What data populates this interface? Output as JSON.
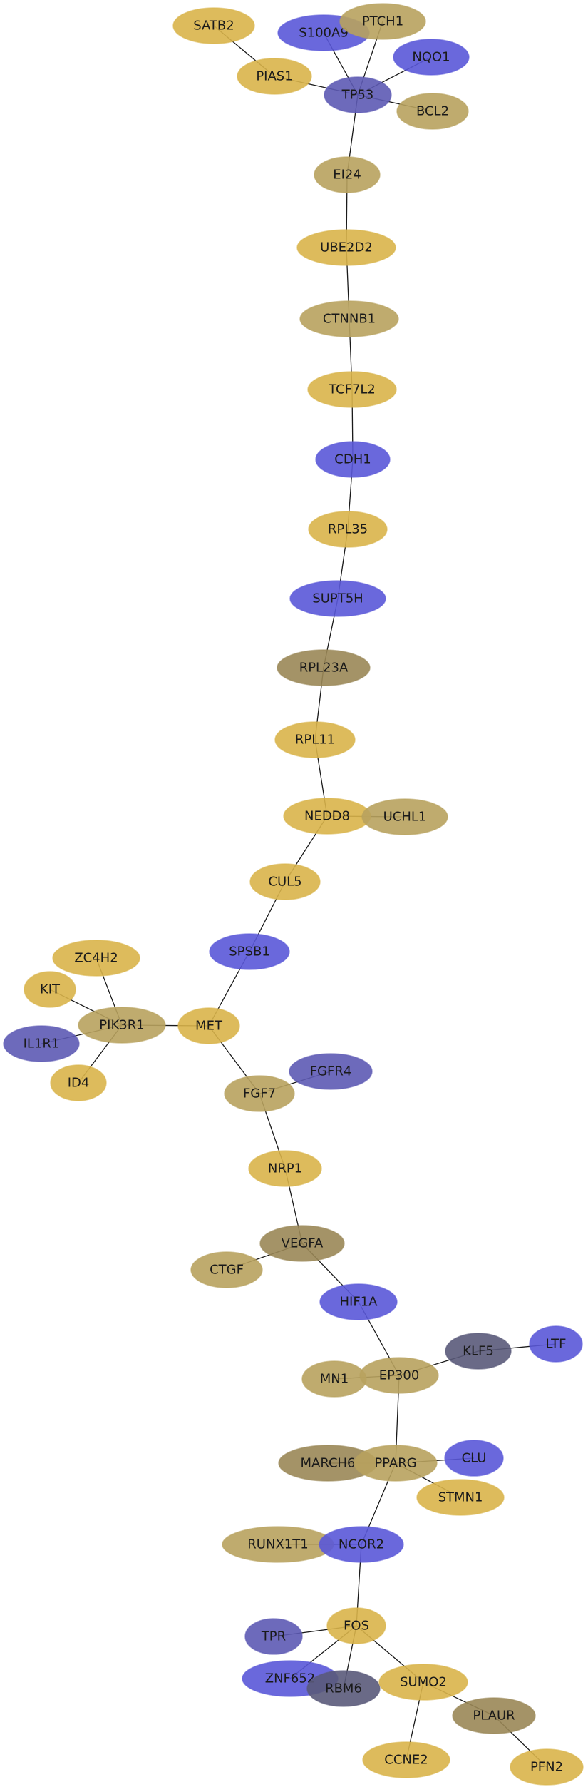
{
  "network": {
    "colors": {
      "gold": "#d9b44a",
      "tan": "#b8a25e",
      "olive": "#9a8756",
      "blue": "#5a58d8",
      "slate_blue": "#5d5ab4",
      "navy": "#5a5a7a"
    },
    "nodes": [
      {
        "id": "SATB2",
        "label": "SATB2",
        "color": "gold"
      },
      {
        "id": "S100A9",
        "label": "S100A9",
        "color": "blue"
      },
      {
        "id": "PTCH1",
        "label": "PTCH1",
        "color": "tan"
      },
      {
        "id": "NQO1",
        "label": "NQO1",
        "color": "blue"
      },
      {
        "id": "PIAS1",
        "label": "PIAS1",
        "color": "gold"
      },
      {
        "id": "TP53",
        "label": "TP53",
        "color": "slate_blue"
      },
      {
        "id": "BCL2",
        "label": "BCL2",
        "color": "tan"
      },
      {
        "id": "EI24",
        "label": "EI24",
        "color": "tan"
      },
      {
        "id": "UBE2D2",
        "label": "UBE2D2",
        "color": "gold"
      },
      {
        "id": "CTNNB1",
        "label": "CTNNB1",
        "color": "tan"
      },
      {
        "id": "TCF7L2",
        "label": "TCF7L2",
        "color": "gold"
      },
      {
        "id": "CDH1",
        "label": "CDH1",
        "color": "blue"
      },
      {
        "id": "RPL35",
        "label": "RPL35",
        "color": "gold"
      },
      {
        "id": "SUPT5H",
        "label": "SUPT5H",
        "color": "blue"
      },
      {
        "id": "RPL23A",
        "label": "RPL23A",
        "color": "olive"
      },
      {
        "id": "RPL11",
        "label": "RPL11",
        "color": "gold"
      },
      {
        "id": "NEDD8",
        "label": "NEDD8",
        "color": "gold"
      },
      {
        "id": "UCHL1",
        "label": "UCHL1",
        "color": "tan"
      },
      {
        "id": "CUL5",
        "label": "CUL5",
        "color": "gold"
      },
      {
        "id": "SPSB1",
        "label": "SPSB1",
        "color": "blue"
      },
      {
        "id": "ZC4H2",
        "label": "ZC4H2",
        "color": "gold"
      },
      {
        "id": "KIT",
        "label": "KIT",
        "color": "gold"
      },
      {
        "id": "PIK3R1",
        "label": "PIK3R1",
        "color": "tan"
      },
      {
        "id": "MET",
        "label": "MET",
        "color": "gold"
      },
      {
        "id": "IL1R1",
        "label": "IL1R1",
        "color": "slate_blue"
      },
      {
        "id": "ID4",
        "label": "ID4",
        "color": "gold"
      },
      {
        "id": "FGFR4",
        "label": "FGFR4",
        "color": "slate_blue"
      },
      {
        "id": "FGF7",
        "label": "FGF7",
        "color": "tan"
      },
      {
        "id": "NRP1",
        "label": "NRP1",
        "color": "gold"
      },
      {
        "id": "VEGFA",
        "label": "VEGFA",
        "color": "olive"
      },
      {
        "id": "CTGF",
        "label": "CTGF",
        "color": "tan"
      },
      {
        "id": "HIF1A",
        "label": "HIF1A",
        "color": "blue"
      },
      {
        "id": "KLF5",
        "label": "KLF5",
        "color": "navy"
      },
      {
        "id": "LTF",
        "label": "LTF",
        "color": "blue"
      },
      {
        "id": "MN1",
        "label": "MN1",
        "color": "tan"
      },
      {
        "id": "EP300",
        "label": "EP300",
        "color": "tan"
      },
      {
        "id": "MARCH6",
        "label": "MARCH6",
        "color": "olive"
      },
      {
        "id": "PPARG",
        "label": "PPARG",
        "color": "tan"
      },
      {
        "id": "CLU",
        "label": "CLU",
        "color": "blue"
      },
      {
        "id": "STMN1",
        "label": "STMN1",
        "color": "gold"
      },
      {
        "id": "RUNX1T1",
        "label": "RUNX1T1",
        "color": "tan"
      },
      {
        "id": "NCOR2",
        "label": "NCOR2",
        "color": "blue"
      },
      {
        "id": "FOS",
        "label": "FOS",
        "color": "gold"
      },
      {
        "id": "TPR",
        "label": "TPR",
        "color": "slate_blue"
      },
      {
        "id": "ZNF652",
        "label": "ZNF652",
        "color": "blue"
      },
      {
        "id": "RBM6",
        "label": "RBM6",
        "color": "navy"
      },
      {
        "id": "SUMO2",
        "label": "SUMO2",
        "color": "gold"
      },
      {
        "id": "PLAUR",
        "label": "PLAUR",
        "color": "olive"
      },
      {
        "id": "CCNE2",
        "label": "CCNE2",
        "color": "gold"
      },
      {
        "id": "PFN2",
        "label": "PFN2",
        "color": "gold"
      }
    ],
    "edges": [
      [
        "SATB2",
        "PIAS1"
      ],
      [
        "PIAS1",
        "TP53"
      ],
      [
        "S100A9",
        "TP53"
      ],
      [
        "PTCH1",
        "TP53"
      ],
      [
        "NQO1",
        "TP53"
      ],
      [
        "BCL2",
        "TP53"
      ],
      [
        "TP53",
        "EI24"
      ],
      [
        "EI24",
        "UBE2D2"
      ],
      [
        "UBE2D2",
        "CTNNB1"
      ],
      [
        "CTNNB1",
        "TCF7L2"
      ],
      [
        "TCF7L2",
        "CDH1"
      ],
      [
        "CDH1",
        "RPL35"
      ],
      [
        "RPL35",
        "SUPT5H"
      ],
      [
        "SUPT5H",
        "RPL23A"
      ],
      [
        "RPL23A",
        "RPL11"
      ],
      [
        "RPL11",
        "NEDD8"
      ],
      [
        "NEDD8",
        "UCHL1"
      ],
      [
        "NEDD8",
        "CUL5"
      ],
      [
        "CUL5",
        "SPSB1"
      ],
      [
        "SPSB1",
        "MET"
      ],
      [
        "ZC4H2",
        "PIK3R1"
      ],
      [
        "KIT",
        "PIK3R1"
      ],
      [
        "IL1R1",
        "PIK3R1"
      ],
      [
        "ID4",
        "PIK3R1"
      ],
      [
        "PIK3R1",
        "MET"
      ],
      [
        "MET",
        "FGF7"
      ],
      [
        "FGF7",
        "FGFR4"
      ],
      [
        "FGF7",
        "NRP1"
      ],
      [
        "NRP1",
        "VEGFA"
      ],
      [
        "VEGFA",
        "CTGF"
      ],
      [
        "VEGFA",
        "HIF1A"
      ],
      [
        "HIF1A",
        "EP300"
      ],
      [
        "EP300",
        "KLF5"
      ],
      [
        "KLF5",
        "LTF"
      ],
      [
        "EP300",
        "MN1"
      ],
      [
        "EP300",
        "PPARG"
      ],
      [
        "PPARG",
        "MARCH6"
      ],
      [
        "PPARG",
        "CLU"
      ],
      [
        "PPARG",
        "STMN1"
      ],
      [
        "PPARG",
        "NCOR2"
      ],
      [
        "NCOR2",
        "RUNX1T1"
      ],
      [
        "NCOR2",
        "FOS"
      ],
      [
        "FOS",
        "TPR"
      ],
      [
        "FOS",
        "ZNF652"
      ],
      [
        "FOS",
        "RBM6"
      ],
      [
        "FOS",
        "SUMO2"
      ],
      [
        "SUMO2",
        "CCNE2"
      ],
      [
        "SUMO2",
        "PLAUR"
      ],
      [
        "PLAUR",
        "PFN2"
      ]
    ]
  }
}
